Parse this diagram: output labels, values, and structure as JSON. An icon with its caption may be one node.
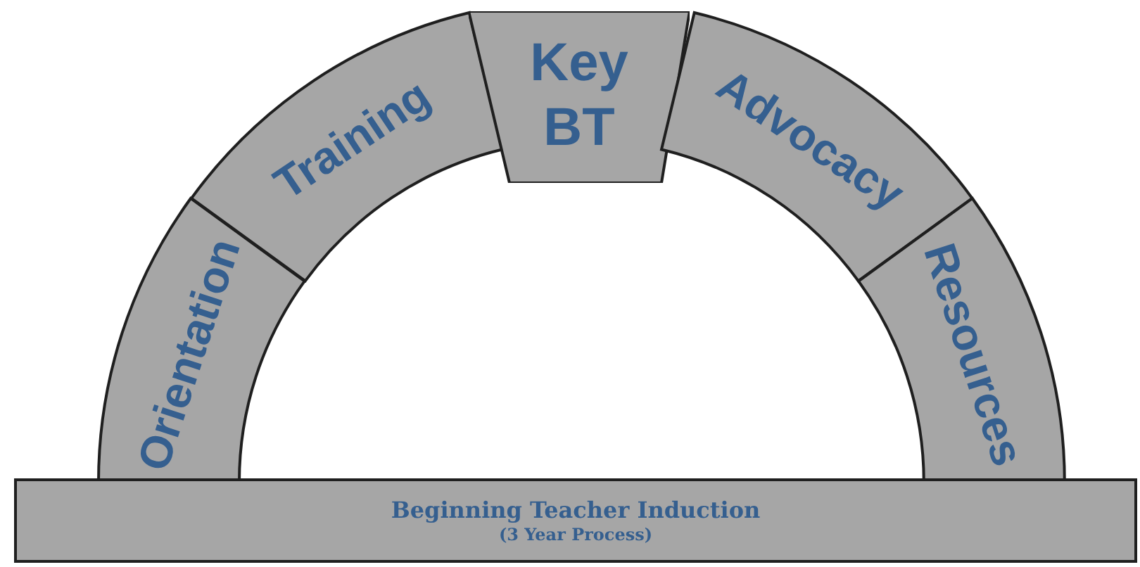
{
  "diagram": {
    "nodes": [
      {
        "text": [
          "Orientation"
        ]
      },
      {
        "text": [
          "Training"
        ]
      },
      {
        "text": [
          "Key BT"
        ]
      },
      {
        "text": [
          "Advocacy"
        ]
      },
      {
        "text": [
          "Resources"
        ]
      },
      {
        "text": [
          "Beginning Teacher Induction",
          "(3 Year Process)"
        ]
      }
    ]
  }
}
